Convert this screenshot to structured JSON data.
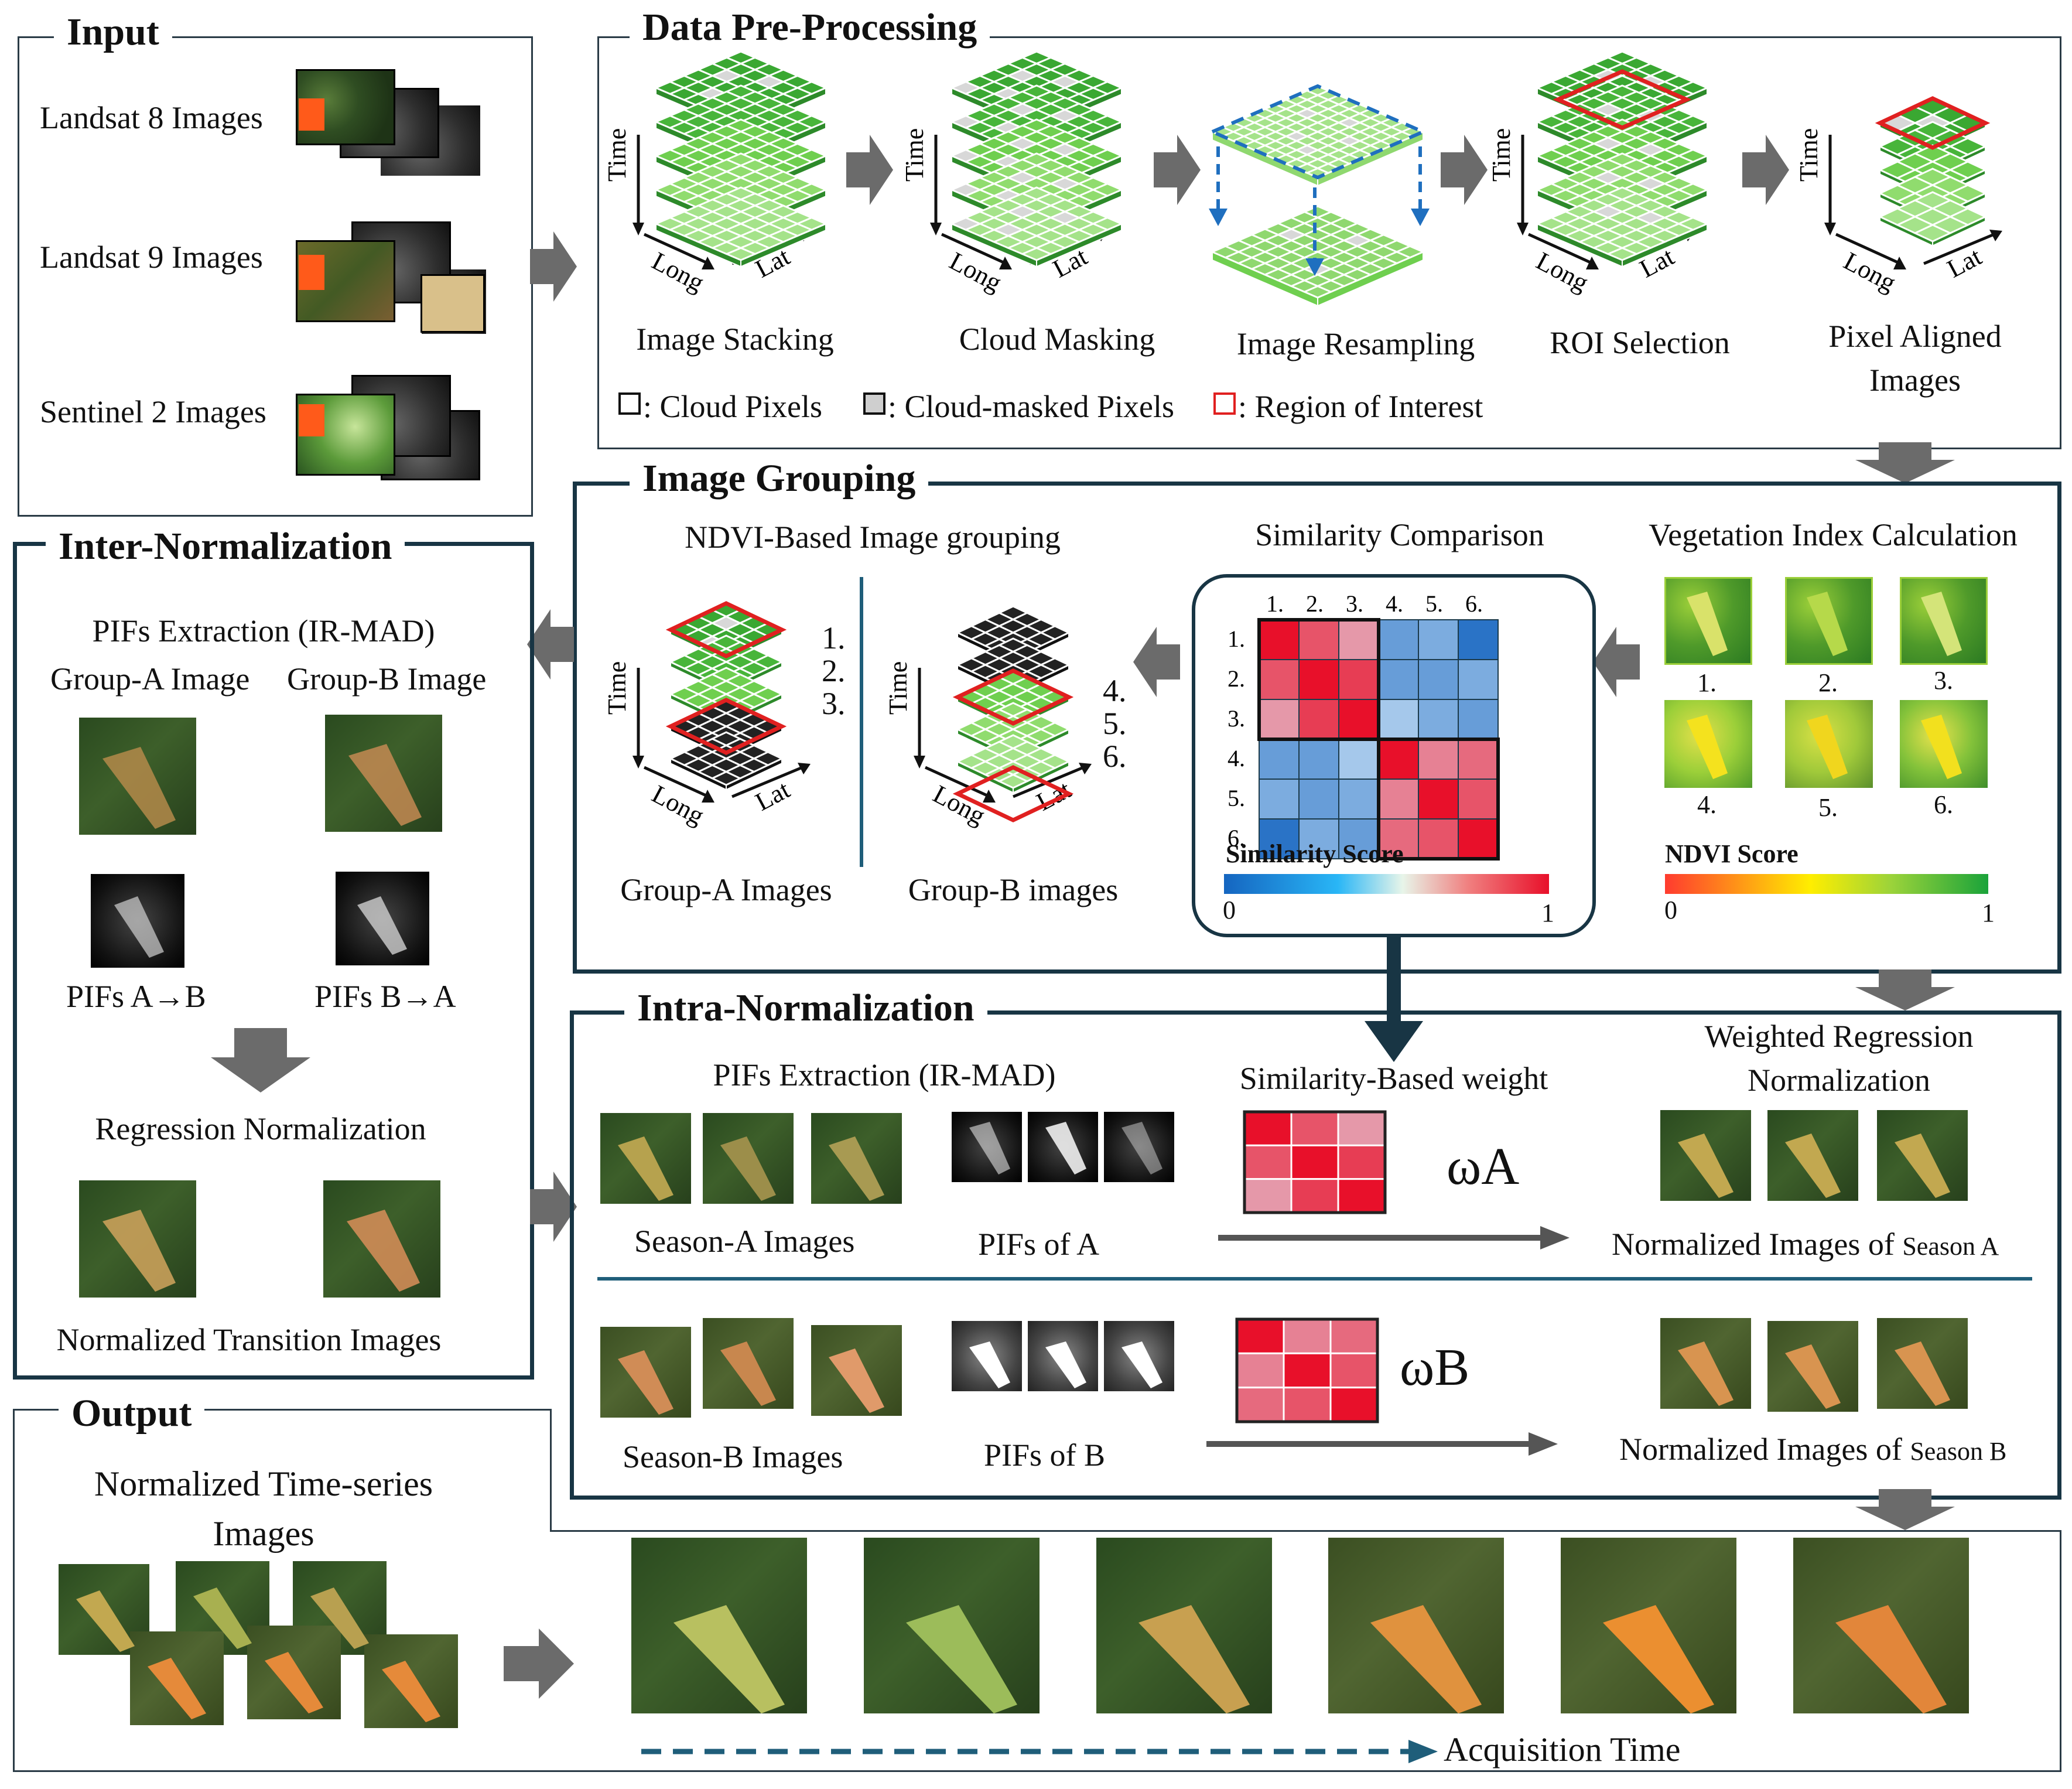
{
  "input": {
    "title": "Input",
    "items": [
      "Landsat 8 Images",
      "Landsat 9 Images",
      "Sentinel 2 Images"
    ]
  },
  "preprocessing": {
    "title": "Data Pre-Processing",
    "steps": [
      "Image Stacking",
      "Cloud Masking",
      "Image Resampling",
      "ROI Selection",
      "Pixel Aligned",
      "Images"
    ],
    "axes": {
      "time": "Time",
      "long": "Long",
      "lat": "Lat"
    },
    "legend": [
      ": Cloud Pixels",
      ": Cloud-masked Pixels",
      ": Region of Interest"
    ]
  },
  "grouping": {
    "title": "Image Grouping",
    "ndvi_grouping": "NDVI-Based Image grouping",
    "similarity": "Similarity Comparison",
    "vegetation": "Vegetation Index Calculation",
    "group_a": "Group-A Images",
    "group_b": "Group-B images",
    "group_a_idx": [
      "1.",
      "2.",
      "3."
    ],
    "group_b_idx": [
      "4.",
      "5.",
      "6."
    ],
    "matrix_idx": [
      "1.",
      "2.",
      "3.",
      "4.",
      "5.",
      "6."
    ],
    "similarity_score": "Similarity Score",
    "ndvi_score": "NDVI Score",
    "scale_min": "0",
    "scale_max": "1",
    "ndvi_idx": [
      "1.",
      "2.",
      "3.",
      "4.",
      "5.",
      "6."
    ],
    "similarity_matrix": [
      [
        1.0,
        0.85,
        0.7,
        0.2,
        0.25,
        0.05
      ],
      [
        0.85,
        1.0,
        0.9,
        0.2,
        0.2,
        0.25
      ],
      [
        0.7,
        0.9,
        1.0,
        0.35,
        0.25,
        0.2
      ],
      [
        0.2,
        0.2,
        0.35,
        1.0,
        0.75,
        0.8
      ],
      [
        0.25,
        0.2,
        0.25,
        0.75,
        1.0,
        0.85
      ],
      [
        0.05,
        0.25,
        0.2,
        0.8,
        0.85,
        1.0
      ]
    ]
  },
  "inter": {
    "title": "Inter-Normalization",
    "pifs_extraction": "PIFs Extraction (IR-MAD)",
    "group_a_image": "Group-A Image",
    "group_b_image": "Group-B Image",
    "pifs_ab": "PIFs A→B",
    "pifs_ba": "PIFs B→A",
    "regression": "Regression Normalization",
    "transition": "Normalized Transition Images"
  },
  "intra": {
    "title": "Intra-Normalization",
    "pifs_extraction": "PIFs Extraction (IR-MAD)",
    "sim_weight": "Similarity-Based weight",
    "weighted_reg": "Weighted Regression",
    "weighted_reg2": "Normalization",
    "season_a": "Season-A Images",
    "pifs_a": "PIFs of A",
    "omega_a": "ωA",
    "norm_a_prefix": "Normalized Images of ",
    "norm_a_suffix": "Season A",
    "season_b": "Season-B Images",
    "pifs_b": "PIFs of B",
    "omega_b": "ωB",
    "norm_b_prefix": "Normalized Images of ",
    "norm_b_suffix": "Season B"
  },
  "output": {
    "title": "Output",
    "caption_1": "Normalized Time-series",
    "caption_2": "Images",
    "acquisition": "Acquisition Time"
  },
  "colors": {
    "frame": "#183544",
    "arrow_gray": "#6b6b6b",
    "blue_arrow": "#1f6a93",
    "red_roi": "#e02020",
    "similarity_high": "#e8102a",
    "similarity_low": "#1565c0",
    "ndvi_low": "#ff3b2f",
    "ndvi_mid": "#ffee00",
    "ndvi_high": "#1aa33a"
  }
}
